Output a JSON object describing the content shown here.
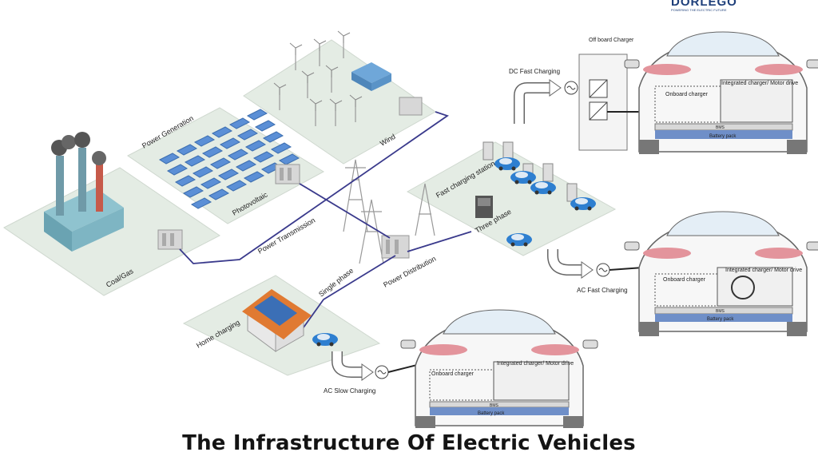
{
  "title": "The Infrastructure Of Electric Vehicles",
  "logo": {
    "name": "DORLEGO",
    "tagline": "POWERING THE ELECTRIC FUTURE"
  },
  "scene_labels": {
    "power_generation": "Power Generation",
    "photovoltaic": "Photovoltaic",
    "wind": "Wind",
    "coal_gas": "Coal/Gas",
    "power_transmission": "Power Transmission",
    "power_distribution": "Power Distribution",
    "single_phase": "Single phase",
    "three_phase": "Three phase",
    "fast_charging_station": "Fast charging station",
    "home_charging": "Home charging"
  },
  "charging_modes": {
    "dc": "DC Fast Charging",
    "ac_fast": "AC Fast Charging",
    "ac_slow": "AC Slow Charging"
  },
  "offboard_charger": "Off board Charger",
  "car_labels": {
    "onboard_charger": "Onboard charger",
    "integrated": "Integrated charger/ Motor drive",
    "bms": "BMS",
    "battery": "Battery pack"
  },
  "colors": {
    "platform": "#e3ebe3",
    "power_line": "#3a3a8c",
    "solar_panel": "#5b8fd6",
    "ev_blue": "#2e7fd0",
    "battery": "#6f8fc8",
    "taillight": "#e3949c"
  }
}
